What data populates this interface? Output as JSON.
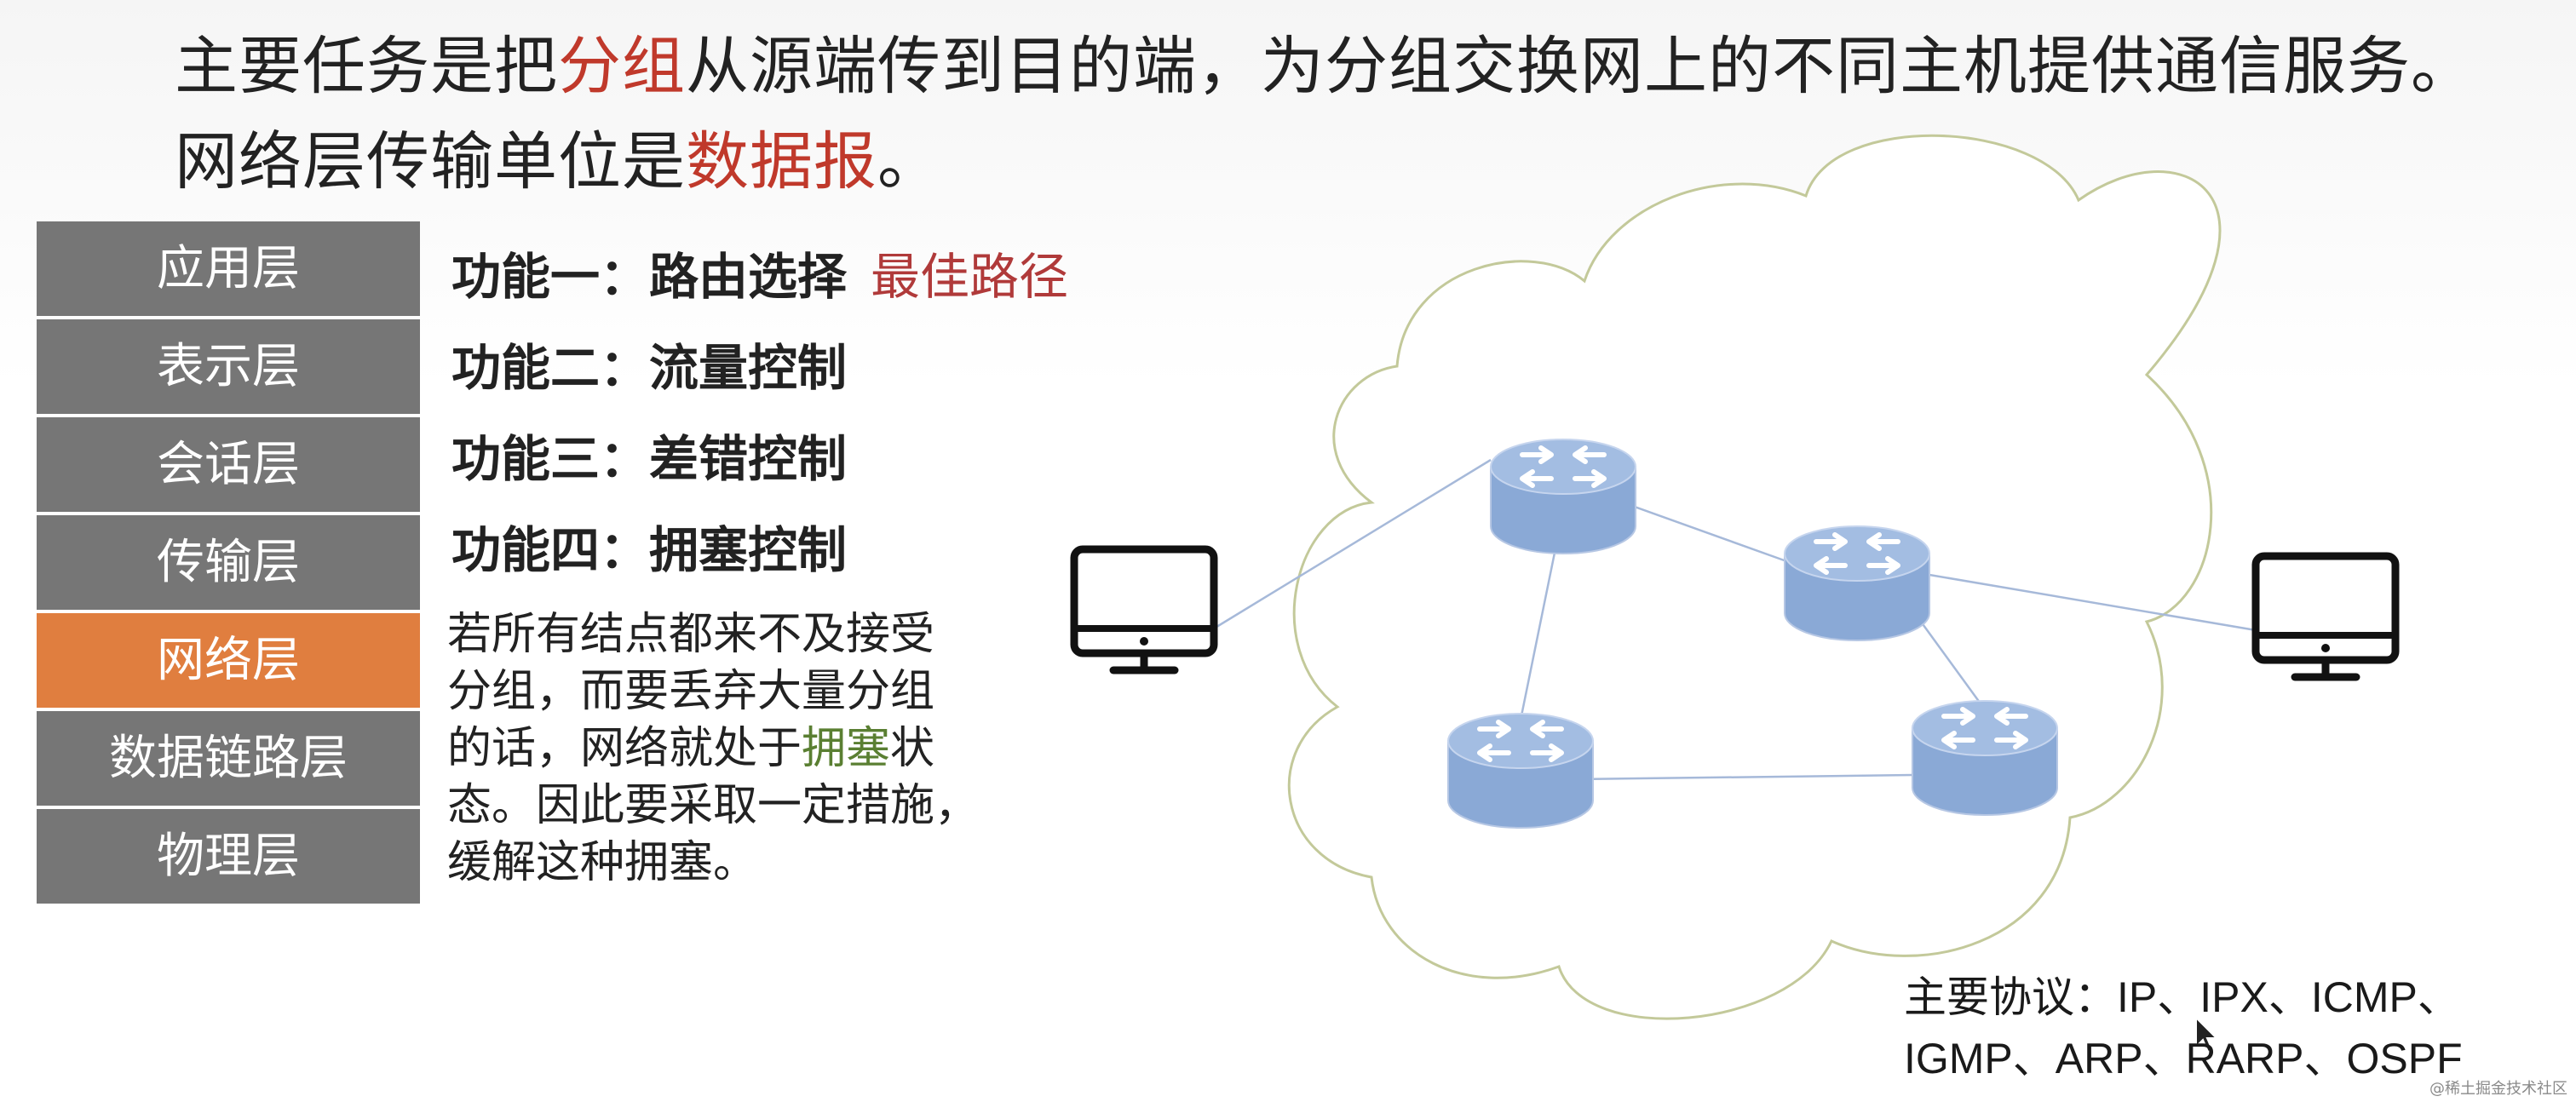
{
  "intro": {
    "l1_a": "主要任务是把",
    "l1_hl": "分组",
    "l1_b": "从源端传到目的端，为分组交换网上的不同主机提供通信服务。",
    "l2_a": "网络层传输单位是",
    "l2_hl": "数据报",
    "l2_b": "。"
  },
  "layers": [
    {
      "label": "应用层"
    },
    {
      "label": "表示层"
    },
    {
      "label": "会话层"
    },
    {
      "label": "传输层"
    },
    {
      "label": "网络层",
      "active": true
    },
    {
      "label": "数据链路层"
    },
    {
      "label": "物理层"
    }
  ],
  "functions": {
    "f1": "功能一：路由选择",
    "f1_note": "最佳路径",
    "f2": "功能二：流量控制",
    "f3": "功能三：差错控制",
    "f4": "功能四：拥塞控制"
  },
  "explanation": {
    "l1": "若所有结点都来不及接受",
    "l2": "分组，而要丢弃大量分组",
    "l3_a": "的话，网络就处于",
    "l3_hl": "拥塞",
    "l3_b": "状",
    "l4": "态。因此要采取一定措施，",
    "l5": "缓解这种拥塞。"
  },
  "protocols": {
    "l1": "主要协议：IP、IPX、ICMP、",
    "l2": "IGMP、ARP、RARP、OSPF"
  },
  "watermark": "@稀土掘金技术社区",
  "colors": {
    "layer_bg": "#767676",
    "layer_active": "#e07e3f",
    "highlight_red": "#c0392b",
    "highlight_green": "#5a7f32",
    "router_fill": "#8aa9d6",
    "cloud_stroke": "#c3c99a"
  },
  "diagram": {
    "cloud": "cloud-outline",
    "hosts": [
      "monitor-icon",
      "monitor-icon"
    ],
    "routers": [
      "router-icon",
      "router-icon",
      "router-icon",
      "router-icon"
    ]
  }
}
